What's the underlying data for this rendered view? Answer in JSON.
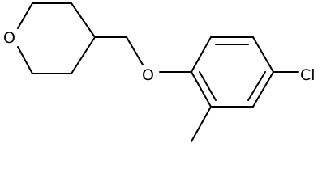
{
  "molecule": {
    "atoms": {
      "ring_oxygen": "O",
      "ether_oxygen": "O",
      "chlorine": "Cl"
    },
    "colors": {
      "bond": "#000000",
      "label": "#000000",
      "background": "#ffffff"
    }
  }
}
